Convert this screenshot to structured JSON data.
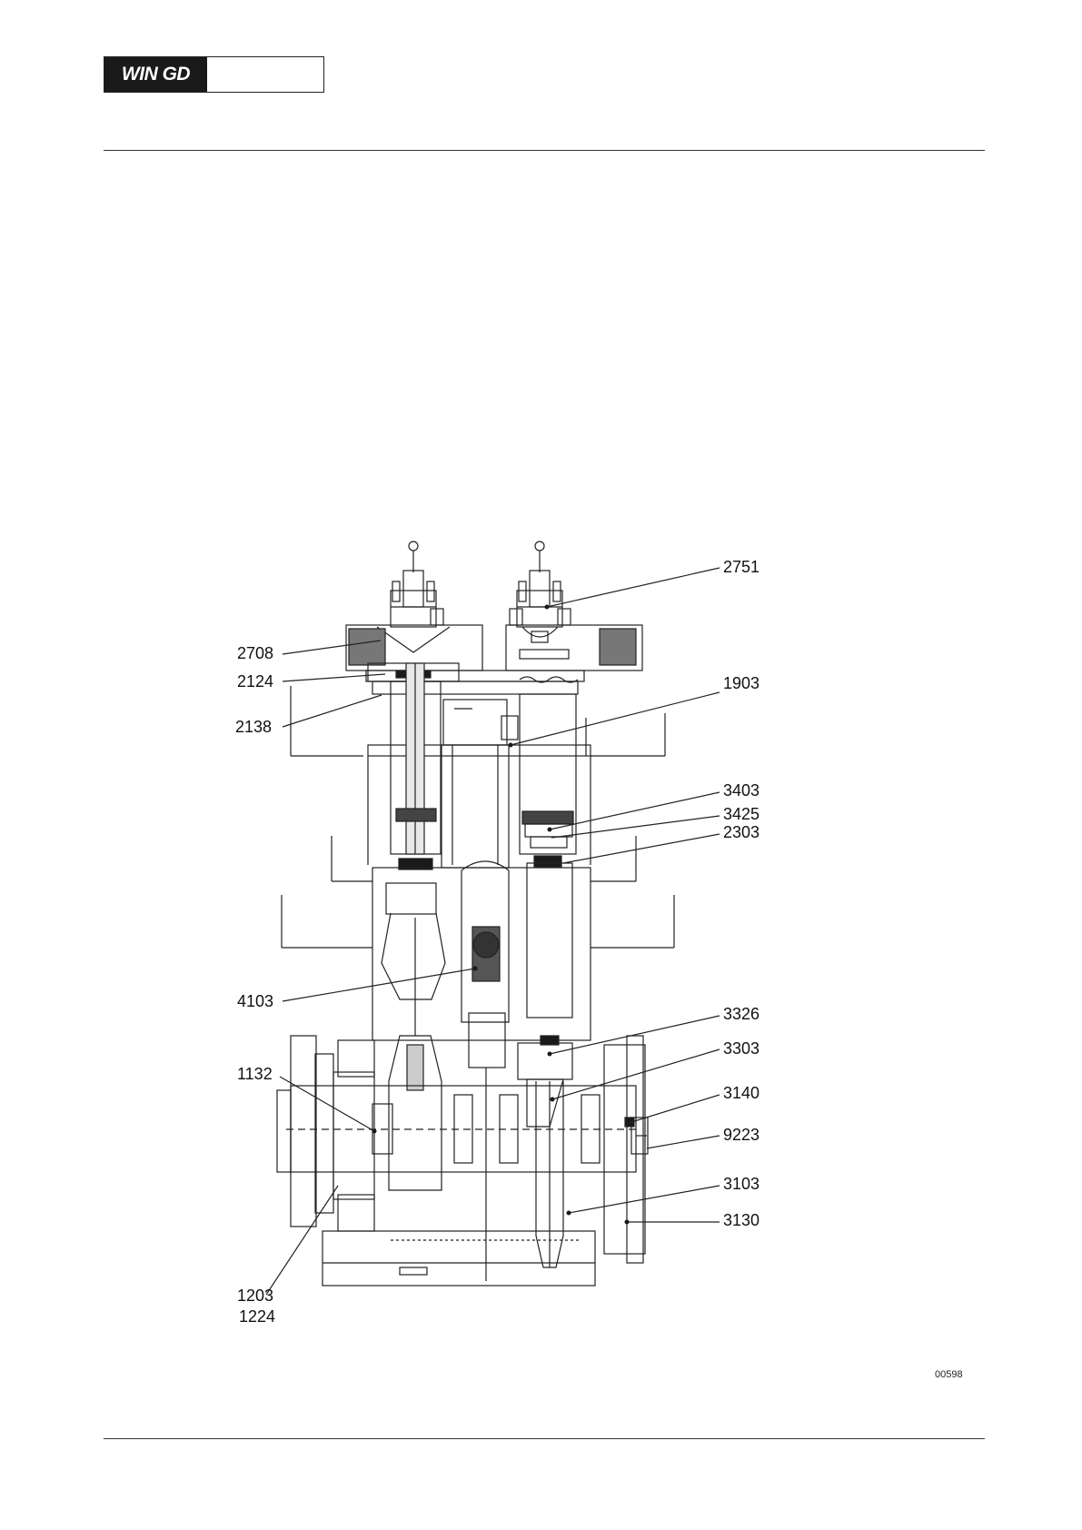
{
  "header": {
    "logo_text": "WIN GD"
  },
  "figure": {
    "reference": "00598",
    "callouts": {
      "c2751": "2751",
      "c2708": "2708",
      "c2124": "2124",
      "c2138": "2138",
      "c1903": "1903",
      "c3403": "3403",
      "c3425": "3425",
      "c2303": "2303",
      "c4103": "4103",
      "c3326": "3326",
      "c3303": "3303",
      "c1132": "1132",
      "c3140": "3140",
      "c9223": "9223",
      "c3103": "3103",
      "c3130": "3130",
      "c1203": "1203",
      "c1224": "1224"
    }
  },
  "colors": {
    "line": "#222222",
    "fill_dark": "#1a1a1a",
    "paper": "#ffffff"
  }
}
